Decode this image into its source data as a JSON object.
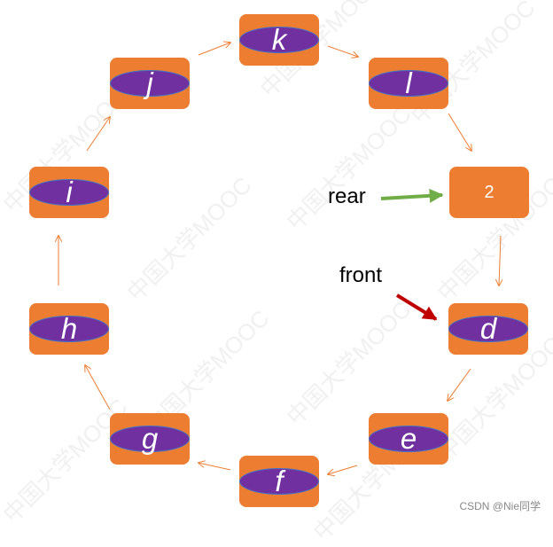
{
  "nodes": {
    "k": {
      "label": "k"
    },
    "l": {
      "label": "l"
    },
    "two": {
      "label": "2"
    },
    "d": {
      "label": "d"
    },
    "e": {
      "label": "e"
    },
    "f": {
      "label": "f"
    },
    "g": {
      "label": "g"
    },
    "h": {
      "label": "h"
    },
    "i": {
      "label": "i"
    },
    "j": {
      "label": "j"
    }
  },
  "pointers": {
    "rear": {
      "label": "rear",
      "color": "#70AD47"
    },
    "front": {
      "label": "front",
      "color": "#C00000"
    }
  },
  "watermark_text": "中国大学MOOC",
  "credit": "CSDN @Nie同学",
  "colors": {
    "node_fill": "#ED7D31",
    "ellipse_fill": "#7030A0",
    "ellipse_border": "#4472C4",
    "connector": "#ED7D31"
  }
}
